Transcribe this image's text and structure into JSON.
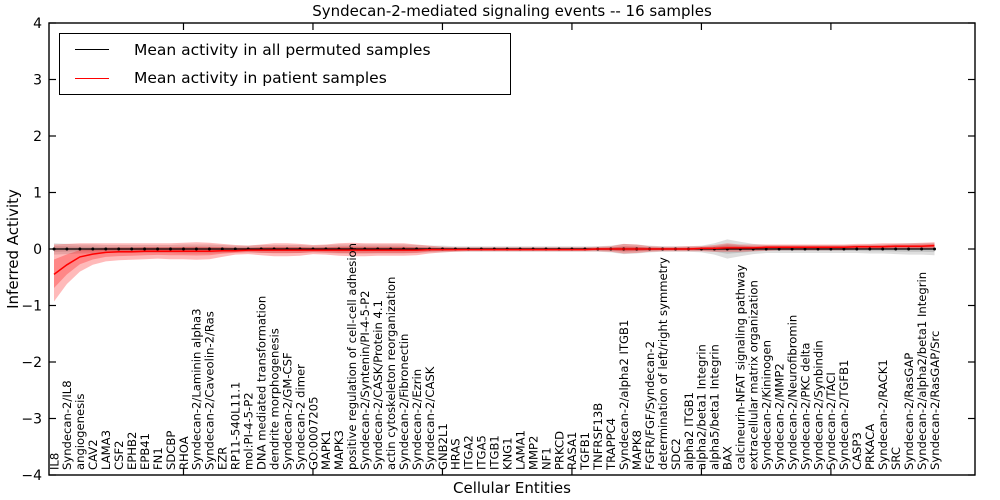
{
  "chart_data": {
    "type": "line",
    "title": "Syndecan-2-mediated signaling events -- 16 samples",
    "xlabel": "Cellular Entities",
    "ylabel": "Inferred Activity",
    "ylim": [
      -4,
      4
    ],
    "yticks": [
      -4,
      -3,
      -2,
      -1,
      0,
      1,
      2,
      3,
      4
    ],
    "ytick_labels": [
      "−4",
      "−3",
      "−2",
      "−1",
      "0",
      "1",
      "2",
      "3",
      "4"
    ],
    "x_major_tick_indices": [
      10,
      20,
      30,
      40,
      50,
      60
    ],
    "grid": false,
    "legend_position": "upper-left",
    "categories": [
      "IL8",
      "Syndecan-2/IL8",
      "angiogenesis",
      "CAV2",
      "LAMA3",
      "CSF2",
      "EPHB2",
      "EPB41",
      "FN1",
      "SDCBP",
      "RHOA",
      "Syndecan-2/Laminin alpha3",
      "Syndecan-2/Caveolin-2/Ras",
      "EZR",
      "RP11-540L11.1",
      "mol:PI-4-5-P2",
      "DNA mediated transformation",
      "dendrite morphogenesis",
      "Syndecan-2/GM-CSF",
      "Syndecan-2 dimer",
      "GO:0007205",
      "MAPK1",
      "MAPK3",
      "positive regulation of cell-cell adhesion",
      "Syndecan-2/Syntenin/PI-4-5-P2",
      "Syndecan-2/CASK/Protein 4.1",
      "actin cytoskeleton reorganization",
      "Syndecan-2/Fibronectin",
      "Syndecan-2/Ezrin",
      "Syndecan-2/CASK",
      "GNB2L1",
      "HRAS",
      "ITGA2",
      "ITGA5",
      "ITGB1",
      "KNG1",
      "LAMA1",
      "MMP2",
      "NF1",
      "PRKCD",
      "RASA1",
      "TGFB1",
      "TNFRSF13B",
      "TRAPPC4",
      "Syndecan-2/alpha2 ITGB1",
      "MAPK8",
      "FGFR/FGF/Syndecan-2",
      "determination of left/right symmetry",
      "SDC2",
      "alpha2 ITGB1",
      "alpha2/beta1 Integrin",
      "alpha5/beta1 Integrin",
      "BAX",
      "calcineurin-NFAT signaling pathway",
      "extracellular matrix organization",
      "Syndecan-2/Kininogen",
      "Syndecan-2/MMP2",
      "Syndecan-2/Neurofibromin",
      "Syndecan-2/PKC delta",
      "Syndecan-2/Synbindin",
      "Syndecan-2/TACI",
      "Syndecan-2/TGFB1",
      "CASP3",
      "PRKACA",
      "Syndecan-2/RACK1",
      "SRC",
      "Syndecan-2/RasGAP",
      "Syndecan-2/alpha2/beta1 Integrin",
      "Syndecan-2/RasGAP/Src"
    ],
    "series": [
      {
        "name": "Mean activity in all permuted samples",
        "color": "#000000",
        "band_color": "rgba(0,0,0,0.13)",
        "marker": "dot",
        "values": [
          0,
          0,
          0,
          0,
          0,
          0,
          0,
          0,
          0,
          0,
          0,
          0,
          0,
          0,
          0,
          0,
          0,
          0,
          0,
          0,
          0,
          0,
          0,
          0,
          0,
          0,
          0,
          0,
          0,
          0,
          0,
          0,
          0,
          0,
          0,
          0,
          0,
          0,
          0,
          0,
          0,
          0,
          0,
          0,
          0,
          0,
          0,
          0,
          0,
          0,
          0,
          0,
          0,
          0,
          0,
          0,
          0,
          0,
          0,
          0,
          0,
          0,
          0,
          0,
          0,
          0,
          0,
          0,
          0
        ],
        "band_lower": [
          -0.1,
          -0.09,
          -0.08,
          -0.08,
          -0.07,
          -0.07,
          -0.07,
          -0.07,
          -0.07,
          -0.07,
          -0.08,
          -0.08,
          -0.08,
          -0.07,
          -0.06,
          -0.06,
          -0.07,
          -0.07,
          -0.07,
          -0.07,
          -0.06,
          -0.07,
          -0.08,
          -0.08,
          -0.08,
          -0.08,
          -0.08,
          -0.08,
          -0.07,
          -0.06,
          -0.06,
          -0.05,
          -0.05,
          -0.05,
          -0.05,
          -0.05,
          -0.05,
          -0.05,
          -0.05,
          -0.05,
          -0.05,
          -0.05,
          -0.05,
          -0.06,
          -0.09,
          -0.08,
          -0.06,
          -0.05,
          -0.05,
          -0.05,
          -0.06,
          -0.1,
          -0.17,
          -0.13,
          -0.09,
          -0.07,
          -0.07,
          -0.07,
          -0.07,
          -0.07,
          -0.07,
          -0.07,
          -0.07,
          -0.08,
          -0.08,
          -0.09,
          -0.1,
          -0.1,
          -0.11
        ],
        "band_upper": [
          0.1,
          0.09,
          0.08,
          0.08,
          0.07,
          0.07,
          0.07,
          0.07,
          0.07,
          0.07,
          0.08,
          0.08,
          0.08,
          0.07,
          0.06,
          0.06,
          0.07,
          0.07,
          0.07,
          0.07,
          0.06,
          0.07,
          0.08,
          0.08,
          0.08,
          0.08,
          0.08,
          0.08,
          0.07,
          0.06,
          0.06,
          0.05,
          0.05,
          0.05,
          0.05,
          0.05,
          0.05,
          0.05,
          0.05,
          0.05,
          0.05,
          0.05,
          0.05,
          0.06,
          0.09,
          0.08,
          0.06,
          0.05,
          0.05,
          0.05,
          0.06,
          0.1,
          0.17,
          0.13,
          0.09,
          0.07,
          0.07,
          0.07,
          0.07,
          0.07,
          0.07,
          0.07,
          0.07,
          0.08,
          0.08,
          0.09,
          0.1,
          0.1,
          0.11
        ]
      },
      {
        "name": "Mean activity in patient samples",
        "color": "#ff0000",
        "band_color": "rgba(255,0,0,0.27)",
        "marker": "none",
        "values": [
          -0.45,
          -0.28,
          -0.14,
          -0.09,
          -0.06,
          -0.05,
          -0.05,
          -0.04,
          -0.04,
          -0.04,
          -0.04,
          -0.04,
          -0.04,
          -0.03,
          -0.03,
          -0.02,
          -0.02,
          -0.02,
          -0.02,
          -0.02,
          -0.02,
          -0.02,
          -0.02,
          -0.02,
          -0.02,
          -0.02,
          -0.02,
          -0.02,
          -0.02,
          -0.01,
          -0.01,
          -0.01,
          -0.01,
          -0.01,
          -0.01,
          -0.01,
          -0.01,
          -0.01,
          -0.01,
          -0.01,
          -0.01,
          -0.01,
          0,
          0,
          0,
          0,
          0,
          0,
          0,
          0,
          0.01,
          0.01,
          0.02,
          0.02,
          0.02,
          0.03,
          0.03,
          0.03,
          0.03,
          0.03,
          0.03,
          0.03,
          0.04,
          0.04,
          0.04,
          0.05,
          0.05,
          0.05,
          0.06
        ],
        "band_lower": [
          -0.93,
          -0.62,
          -0.4,
          -0.28,
          -0.22,
          -0.2,
          -0.19,
          -0.18,
          -0.17,
          -0.18,
          -0.18,
          -0.19,
          -0.18,
          -0.14,
          -0.1,
          -0.09,
          -0.11,
          -0.13,
          -0.13,
          -0.12,
          -0.09,
          -0.1,
          -0.12,
          -0.13,
          -0.13,
          -0.12,
          -0.12,
          -0.12,
          -0.11,
          -0.08,
          -0.06,
          -0.05,
          -0.04,
          -0.04,
          -0.04,
          -0.04,
          -0.04,
          -0.04,
          -0.04,
          -0.04,
          -0.04,
          -0.04,
          -0.04,
          -0.05,
          -0.08,
          -0.07,
          -0.05,
          -0.04,
          -0.04,
          -0.04,
          -0.04,
          -0.05,
          -0.05,
          -0.05,
          -0.04,
          -0.03,
          -0.02,
          -0.02,
          -0.02,
          -0.02,
          -0.02,
          -0.02,
          -0.01,
          -0.01,
          -0.01,
          0,
          0,
          0,
          0
        ],
        "band_upper": [
          0.08,
          0.09,
          0.1,
          0.1,
          0.1,
          0.1,
          0.1,
          0.1,
          0.1,
          0.1,
          0.11,
          0.12,
          0.11,
          0.09,
          0.07,
          0.06,
          0.08,
          0.1,
          0.1,
          0.09,
          0.07,
          0.08,
          0.1,
          0.11,
          0.1,
          0.1,
          0.1,
          0.1,
          0.08,
          0.06,
          0.04,
          0.03,
          0.03,
          0.03,
          0.03,
          0.03,
          0.03,
          0.03,
          0.03,
          0.03,
          0.03,
          0.03,
          0.04,
          0.05,
          0.09,
          0.08,
          0.05,
          0.04,
          0.04,
          0.05,
          0.05,
          0.07,
          0.1,
          0.08,
          0.08,
          0.08,
          0.08,
          0.08,
          0.08,
          0.08,
          0.08,
          0.08,
          0.09,
          0.09,
          0.1,
          0.1,
          0.1,
          0.11,
          0.12
        ]
      }
    ]
  }
}
